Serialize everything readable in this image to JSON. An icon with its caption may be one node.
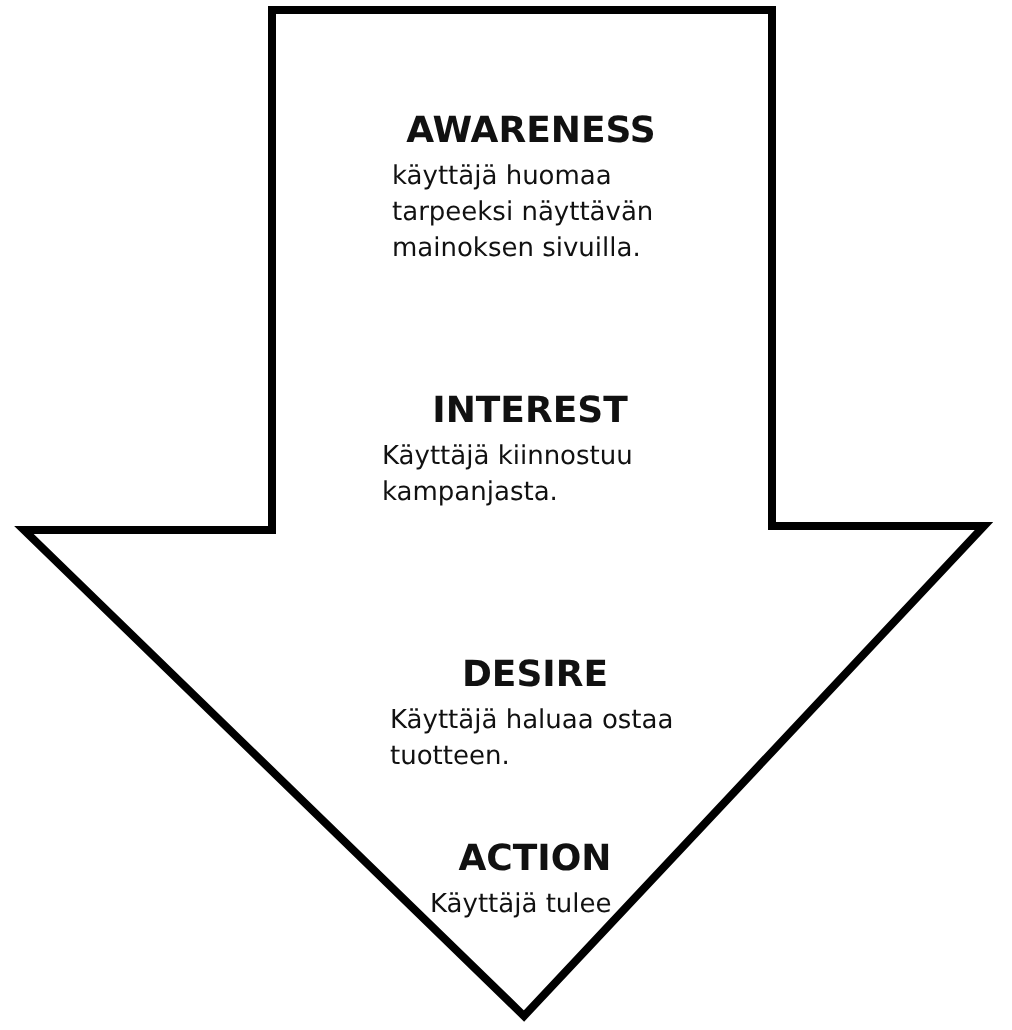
{
  "diagram": {
    "nodes": [
      {
        "text": [],
        "shape": "arrow"
      },
      {
        "text": [
          "AWARENESS",
          "käyttäjä huomaa tarpeeksi näyttävän mainoksen sivuilla."
        ],
        "in": 0
      },
      {
        "text": [
          "INTEREST",
          "Käyttäjä kiinnostuu kampanjasta."
        ],
        "in": 0
      },
      {
        "text": [
          "DESIRE",
          "Käyttäjä haluaa ostaa tuotteen."
        ],
        "in": 0
      },
      {
        "text": [
          "ACTION",
          "Käyttäjä tulee"
        ],
        "in": 0
      }
    ]
  }
}
